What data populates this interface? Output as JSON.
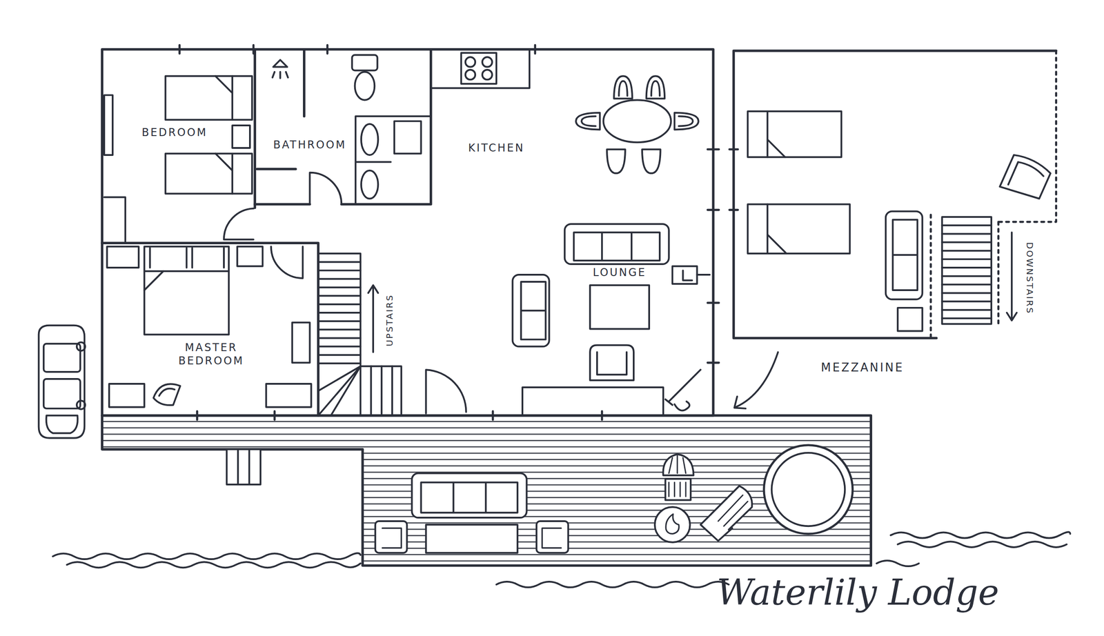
{
  "diagram": {
    "title": "Waterlily Lodge",
    "nodes": [
      {
        "text": [
          "BEDROOM"
        ]
      },
      {
        "text": [
          "BATHROOM"
        ]
      },
      {
        "text": [
          "MASTER BEDROOM"
        ]
      }
    ],
    "labels": [
      "KITCHEN",
      "LOUNGE",
      "UPSTAIRS",
      "DOWNSTAIRS",
      "MEZZANINE"
    ]
  }
}
